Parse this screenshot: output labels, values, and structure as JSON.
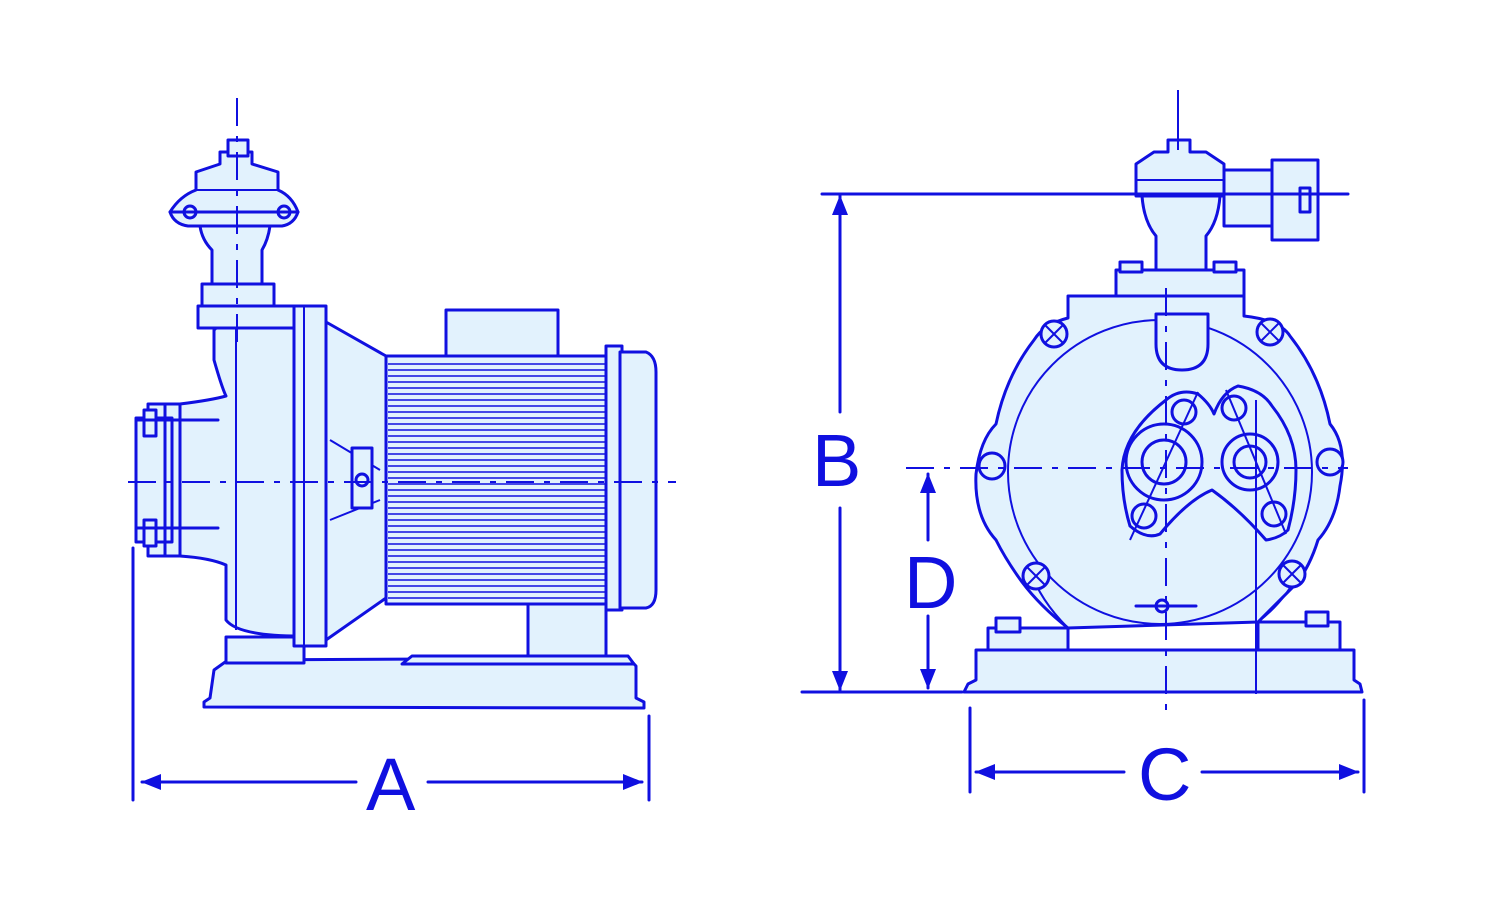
{
  "dimensions": {
    "a": "A",
    "b": "B",
    "c": "C",
    "d": "D"
  },
  "colors": {
    "line": "#1010e0",
    "fill": "#e2f2fd",
    "background": "#ffffff"
  }
}
